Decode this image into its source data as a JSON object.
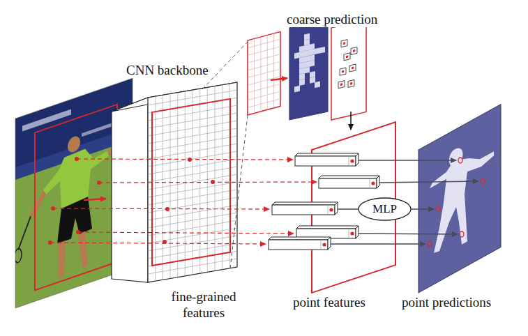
{
  "diagram": {
    "nodes": [
      {
        "text": [
          "MLP"
        ]
      }
    ],
    "labels": [
      "coarse prediction",
      "CNN backbone",
      "fine-grained features",
      "point features",
      "point predictions"
    ]
  }
}
